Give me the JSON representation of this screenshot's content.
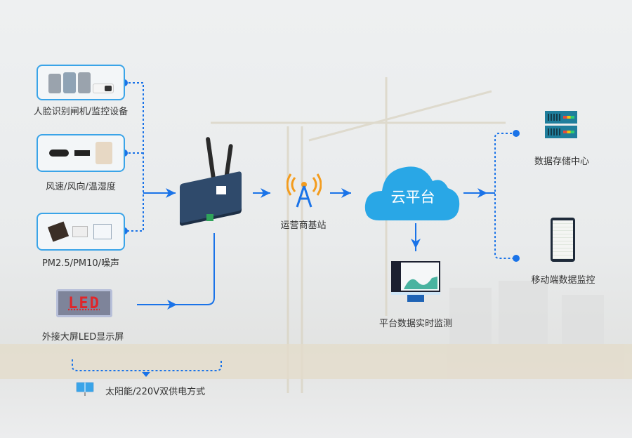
{
  "inputs": [
    {
      "label": "人脸识别闸机/监控设备",
      "icon": "gate-camera-icon"
    },
    {
      "label": "风速/风向/温湿度",
      "icon": "weather-sensor-icon"
    },
    {
      "label": "PM2.5/PM10/噪声",
      "icon": "dust-noise-sensor-icon"
    }
  ],
  "led": {
    "label": "外接大屏LED显示屏",
    "screen_text": "LED"
  },
  "power": {
    "label": "太阳能/220V双供电方式"
  },
  "tower": {
    "label": "运营商基站"
  },
  "cloud": {
    "label": "云平台"
  },
  "monitor": {
    "label": "平台数据实时监测"
  },
  "storage": {
    "label": "数据存储中心"
  },
  "mobile": {
    "label": "移动端数据监控"
  },
  "colors": {
    "accent": "#1a73e8",
    "box_border": "#3aa4e8",
    "cloud": "#29a7e6",
    "tower": "#f39c1e"
  }
}
